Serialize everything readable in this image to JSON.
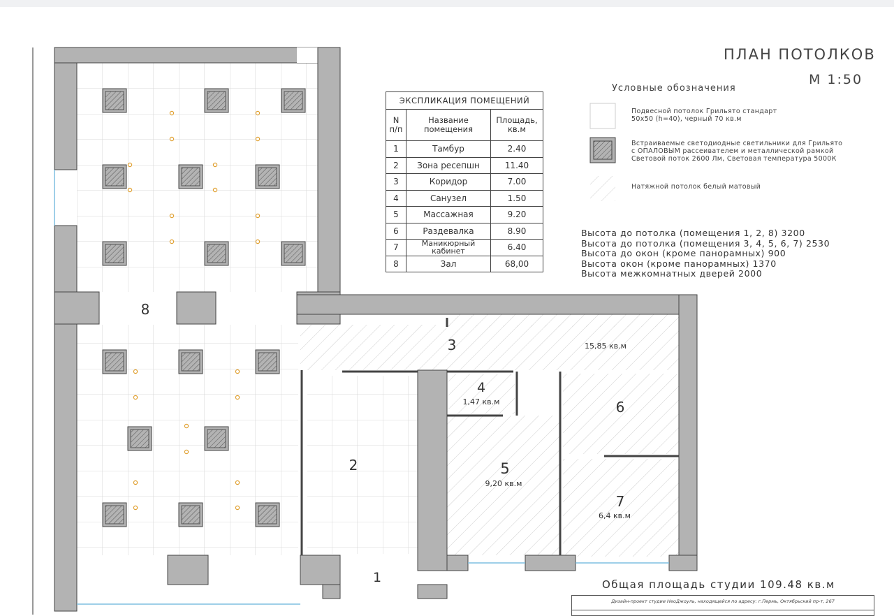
{
  "plan": {
    "title": "ПЛАН ПОТОЛКОВ",
    "scale": "М 1:50",
    "total_area": "Общая площадь студии 109.48 кв.м",
    "stamp_text": "Дизайн-проект студии НеоДжоуль, находящейся по адресу: г.Пермь, Октябрьский пр-т, 267"
  },
  "legend": {
    "heading": "Условные обозначения",
    "items": [
      {
        "line1": "Подвесной потолок Грильято стандарт",
        "line2": "50х50 (h=40), черный 70 кв.м",
        "line3": ""
      },
      {
        "line1": "Встраиваемые светодиодные светильники для Грильято",
        "line2": "с ОПАЛОВЫМ рассеивателем и металлической рамкой",
        "line3": "Световой поток 2600 Лм, Световая температура 5000К"
      },
      {
        "line1": "Натяжной потолок белый матовый",
        "line2": "",
        "line3": ""
      }
    ]
  },
  "heights": [
    "Высота до потолка (помещения 1, 2, 8) 3200",
    "Высота до потолка (помещения 3, 4, 5, 6, 7) 2530",
    "Высота до окон (кроме панорамных) 900",
    "Высота окон (кроме панорамных) 1370",
    "Высота межкомнатных дверей 2000"
  ],
  "table": {
    "caption": "ЭКСПЛИКАЦИЯ ПОМЕЩЕНИЙ",
    "col1": "N\nп/п",
    "col2": "Название\nпомещения",
    "col3": "Площадь,\nкв.м",
    "rows": [
      {
        "n": "1",
        "name": "Тамбур",
        "area": "2.40"
      },
      {
        "n": "2",
        "name": "Зона ресепшн",
        "area": "11.40"
      },
      {
        "n": "3",
        "name": "Коридор",
        "area": "7.00"
      },
      {
        "n": "4",
        "name": "Санузел",
        "area": "1.50"
      },
      {
        "n": "5",
        "name": "Массажная",
        "area": "9.20"
      },
      {
        "n": "6",
        "name": "Раздевалка",
        "area": "8.90"
      },
      {
        "n": "7",
        "name": "Маникюрный кабинет",
        "area": "6.40"
      },
      {
        "n": "8",
        "name": "Зал",
        "area": "68,00"
      }
    ]
  },
  "rooms": {
    "r1": "1",
    "r2": "2",
    "r3": "3",
    "r4": "4",
    "r5": "5",
    "r6": "6",
    "r7": "7",
    "r8": "8",
    "area3": "15,85 кв.м",
    "area4": "1,47 кв.м",
    "area5": "9,20 кв.м",
    "area7": "6,4 кв.м"
  },
  "colors": {
    "wall": "#b3b3b3",
    "hatch": "#cfcfcf",
    "grid": "#d9d9d9",
    "light_point": "#e0a030",
    "window": "#9fd3ea"
  }
}
